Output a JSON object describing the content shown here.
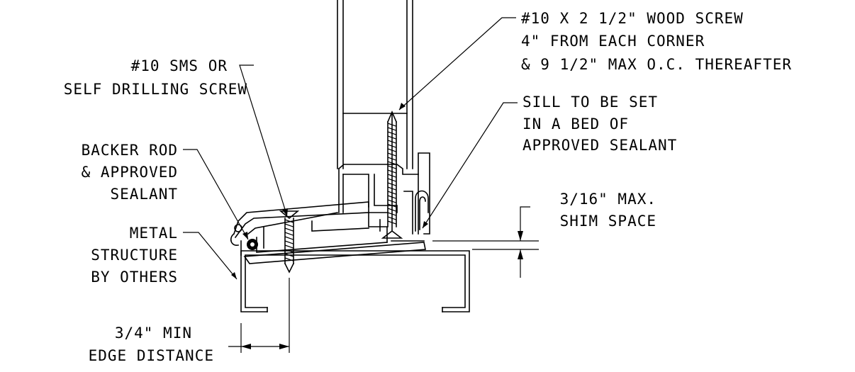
{
  "colors": {
    "ink": "#000000",
    "paper": "#ffffff"
  },
  "notes": {
    "wood_screw": [
      "#10 X 2 1/2\" WOOD SCREW",
      "4\" FROM EACH CORNER",
      "& 9 1/2\" MAX O.C. THEREAFTER"
    ],
    "sms_screw": [
      "#10 SMS OR",
      "SELF DRILLING SCREW"
    ],
    "sill_sealant": [
      "SILL TO BE SET",
      "IN A BED OF",
      "APPROVED SEALANT"
    ],
    "backer_rod": [
      "BACKER ROD",
      "& APPROVED",
      "SEALANT"
    ],
    "shim_space": [
      "3/16\" MAX.",
      "SHIM SPACE"
    ],
    "metal_structure": [
      "METAL",
      "STRUCTURE",
      "BY OTHERS"
    ],
    "edge_distance": [
      "3/4\" MIN",
      "EDGE DISTANCE"
    ]
  }
}
